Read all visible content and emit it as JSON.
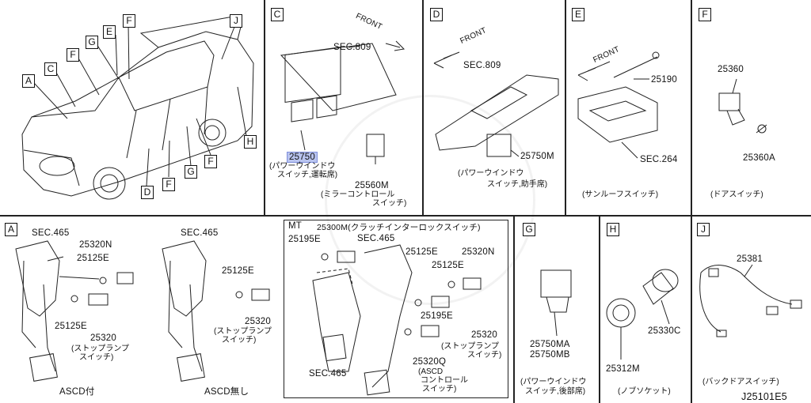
{
  "panels": {
    "C": "C",
    "D": "D",
    "E": "E",
    "F": "F",
    "A": "A",
    "MT": "MT",
    "G": "G",
    "H": "H",
    "J": "J"
  },
  "car_callouts": [
    "A",
    "C",
    "F",
    "G",
    "E",
    "F",
    "J",
    "H",
    "D",
    "F",
    "G",
    "F"
  ],
  "labels": {
    "sec809_c": "SEC.809",
    "front_c": "FRONT",
    "p25750": "25750",
    "cap_25750": [
      "(パワーウインドウ",
      "スイッチ,運転席)"
    ],
    "p25560m": "25560M",
    "cap_25560m": [
      "(ミラーコントロール",
      "スイッチ)"
    ],
    "front_d": "FRONT",
    "sec809_d": "SEC.809",
    "p25750m": "25750M",
    "cap_25750m": [
      "(パワーウインドウ",
      "スイッチ,助手席)"
    ],
    "front_e": "FRONT",
    "p25190": "25190",
    "sec264": "SEC.264",
    "cap_e": "(サンルーフスイッチ)",
    "p25360": "25360",
    "p25360a": "25360A",
    "cap_f": "(ドアスイッチ)",
    "a_sec465": "SEC.465",
    "a_25320n": "25320N",
    "a_25125e_1": "25125E",
    "a_25125e_2": "25125E",
    "a_25320": "25320",
    "cap_stop_a": [
      "(ストップランプ",
      "スイッチ)"
    ],
    "ascd_with": "ASCD付",
    "b_sec465": "SEC.465",
    "b_25125e": "25125E",
    "b_25320": "25320",
    "cap_stop_b": [
      "(ストップランプ",
      "スイッチ)"
    ],
    "ascd_without": "ASCD無し",
    "mt_25300m": "25300M(クラッチインターロックスイッチ)",
    "mt_25195e_1": "25195E",
    "mt_sec465_top": "SEC.465",
    "mt_25125e_1": "25125E",
    "mt_25320n": "25320N",
    "mt_25125e_2": "25125E",
    "mt_25195e_2": "25195E",
    "mt_25320": "25320",
    "cap_stop_mt": [
      "(ストップランプ",
      "スイッチ)"
    ],
    "mt_25320q": "25320Q",
    "cap_ascd": [
      "(ASCD",
      "コントロール",
      "スイッチ)"
    ],
    "mt_sec465_bot": "SEC.465",
    "g_25750ma": "25750MA",
    "g_25750mb": "25750MB",
    "cap_g": [
      "(パワーウインドウ",
      "スイッチ,後部席)"
    ],
    "h_25330c": "25330C",
    "h_25312m": "25312M",
    "cap_h": "(ノブソケット)",
    "j_25381": "25381",
    "cap_j": "(バックドアスイッチ)",
    "diagram_code": "J25101E5"
  }
}
